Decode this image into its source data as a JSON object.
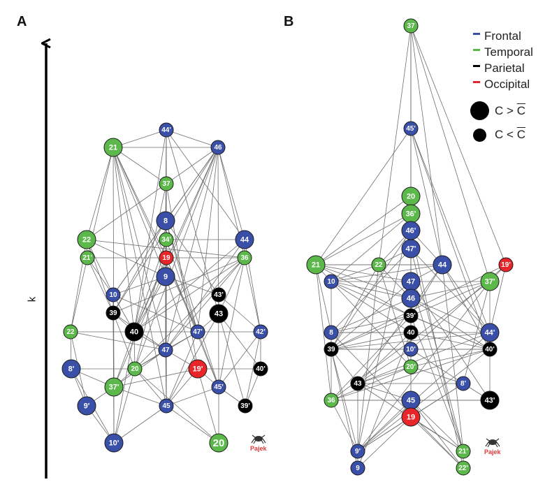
{
  "panels": {
    "a": {
      "label": "A"
    },
    "b": {
      "label": "B"
    }
  },
  "axis": {
    "label": "k",
    "direction": "up"
  },
  "legend": {
    "regions": [
      {
        "name": "Frontal",
        "color": "#3a4fa8"
      },
      {
        "name": "Temporal",
        "color": "#5cb84a"
      },
      {
        "name": "Parietal",
        "color": "#000000"
      },
      {
        "name": "Occipital",
        "color": "#e8262a"
      }
    ],
    "sizes": [
      {
        "symbol": "large",
        "text_c": "C",
        "op": ">",
        "text_cbar": "C"
      },
      {
        "symbol": "small",
        "text_c": "C",
        "op": "<",
        "text_cbar": "C"
      }
    ]
  },
  "watermark": "Pajek",
  "networks": {
    "a": {
      "nodes": [
        {
          "id": "a44p",
          "label": "44'",
          "region": "Frontal",
          "size": "small"
        },
        {
          "id": "a21",
          "label": "21",
          "region": "Temporal",
          "size": "large"
        },
        {
          "id": "a46",
          "label": "46",
          "region": "Frontal",
          "size": "small"
        },
        {
          "id": "a37",
          "label": "37",
          "region": "Temporal",
          "size": "small"
        },
        {
          "id": "a8",
          "label": "8",
          "region": "Frontal",
          "size": "large"
        },
        {
          "id": "a22",
          "label": "22",
          "region": "Temporal",
          "size": "large"
        },
        {
          "id": "a44",
          "label": "44",
          "region": "Frontal",
          "size": "large"
        },
        {
          "id": "a34p",
          "label": "34'",
          "region": "Temporal",
          "size": "small"
        },
        {
          "id": "a21p",
          "label": "21'",
          "region": "Temporal",
          "size": "small"
        },
        {
          "id": "a19",
          "label": "19",
          "region": "Occipital",
          "size": "small"
        },
        {
          "id": "a36",
          "label": "36",
          "region": "Temporal",
          "size": "small"
        },
        {
          "id": "a9",
          "label": "9",
          "region": "Frontal",
          "size": "large"
        },
        {
          "id": "a10",
          "label": "10",
          "region": "Frontal",
          "size": "small"
        },
        {
          "id": "a43p",
          "label": "43'",
          "region": "Parietal",
          "size": "small"
        },
        {
          "id": "a39",
          "label": "39",
          "region": "Parietal",
          "size": "small"
        },
        {
          "id": "a43",
          "label": "43",
          "region": "Parietal",
          "size": "large"
        },
        {
          "id": "a22b",
          "label": "22",
          "region": "Temporal",
          "size": "small"
        },
        {
          "id": "a40",
          "label": "40",
          "region": "Parietal",
          "size": "large"
        },
        {
          "id": "a47p",
          "label": "47'",
          "region": "Frontal",
          "size": "small"
        },
        {
          "id": "a42p",
          "label": "42'",
          "region": "Frontal",
          "size": "small"
        },
        {
          "id": "a47",
          "label": "47",
          "region": "Frontal",
          "size": "small"
        },
        {
          "id": "a8p",
          "label": "8'",
          "region": "Frontal",
          "size": "large"
        },
        {
          "id": "a20",
          "label": "20",
          "region": "Temporal",
          "size": "small"
        },
        {
          "id": "a19p",
          "label": "19'",
          "region": "Occipital",
          "size": "large"
        },
        {
          "id": "a40p",
          "label": "40'",
          "region": "Parietal",
          "size": "small"
        },
        {
          "id": "a37p",
          "label": "37'",
          "region": "Temporal",
          "size": "large"
        },
        {
          "id": "a45p",
          "label": "45'",
          "region": "Frontal",
          "size": "small"
        },
        {
          "id": "a9p",
          "label": "9'",
          "region": "Frontal",
          "size": "large"
        },
        {
          "id": "a45",
          "label": "45",
          "region": "Frontal",
          "size": "small"
        },
        {
          "id": "a39p",
          "label": "39'",
          "region": "Parietal",
          "size": "small"
        },
        {
          "id": "a10p",
          "label": "10'",
          "region": "Frontal",
          "size": "large"
        },
        {
          "id": "a20b",
          "label": "20",
          "region": "Temporal",
          "size": "large"
        }
      ]
    },
    "b": {
      "nodes": [
        {
          "id": "b37",
          "label": "37",
          "region": "Temporal",
          "size": "small"
        },
        {
          "id": "b45p",
          "label": "45'",
          "region": "Frontal",
          "size": "small"
        },
        {
          "id": "b20",
          "label": "20",
          "region": "Temporal",
          "size": "large"
        },
        {
          "id": "b36p",
          "label": "36'",
          "region": "Temporal",
          "size": "large"
        },
        {
          "id": "b46p",
          "label": "46'",
          "region": "Frontal",
          "size": "large"
        },
        {
          "id": "b47p",
          "label": "47'",
          "region": "Frontal",
          "size": "large"
        },
        {
          "id": "b21",
          "label": "21",
          "region": "Temporal",
          "size": "large"
        },
        {
          "id": "b22",
          "label": "22",
          "region": "Temporal",
          "size": "small"
        },
        {
          "id": "b44",
          "label": "44",
          "region": "Frontal",
          "size": "large"
        },
        {
          "id": "b19p",
          "label": "19'",
          "region": "Occipital",
          "size": "small"
        },
        {
          "id": "b10",
          "label": "10",
          "region": "Frontal",
          "size": "small"
        },
        {
          "id": "b47",
          "label": "47",
          "region": "Frontal",
          "size": "large"
        },
        {
          "id": "b37p",
          "label": "37'",
          "region": "Temporal",
          "size": "large"
        },
        {
          "id": "b46",
          "label": "46",
          "region": "Frontal",
          "size": "large"
        },
        {
          "id": "b39p",
          "label": "39'",
          "region": "Parietal",
          "size": "small"
        },
        {
          "id": "b8",
          "label": "8",
          "region": "Frontal",
          "size": "small"
        },
        {
          "id": "b40",
          "label": "40",
          "region": "Parietal",
          "size": "small"
        },
        {
          "id": "b44p",
          "label": "44'",
          "region": "Frontal",
          "size": "large"
        },
        {
          "id": "b39",
          "label": "39",
          "region": "Parietal",
          "size": "small"
        },
        {
          "id": "b10p",
          "label": "10'",
          "region": "Frontal",
          "size": "small"
        },
        {
          "id": "b40p",
          "label": "40'",
          "region": "Parietal",
          "size": "small"
        },
        {
          "id": "b20b",
          "label": "20'",
          "region": "Temporal",
          "size": "small"
        },
        {
          "id": "b43",
          "label": "43",
          "region": "Parietal",
          "size": "small"
        },
        {
          "id": "b8p",
          "label": "8'",
          "region": "Frontal",
          "size": "small"
        },
        {
          "id": "b36",
          "label": "36",
          "region": "Temporal",
          "size": "small"
        },
        {
          "id": "b45",
          "label": "45",
          "region": "Frontal",
          "size": "large"
        },
        {
          "id": "b43p",
          "label": "43'",
          "region": "Parietal",
          "size": "large"
        },
        {
          "id": "b19",
          "label": "19",
          "region": "Occipital",
          "size": "large"
        },
        {
          "id": "b9p",
          "label": "9'",
          "region": "Frontal",
          "size": "small"
        },
        {
          "id": "b21p",
          "label": "21'",
          "region": "Temporal",
          "size": "small"
        },
        {
          "id": "b9",
          "label": "9",
          "region": "Frontal",
          "size": "small"
        },
        {
          "id": "b22p",
          "label": "22'",
          "region": "Temporal",
          "size": "small"
        }
      ]
    }
  }
}
